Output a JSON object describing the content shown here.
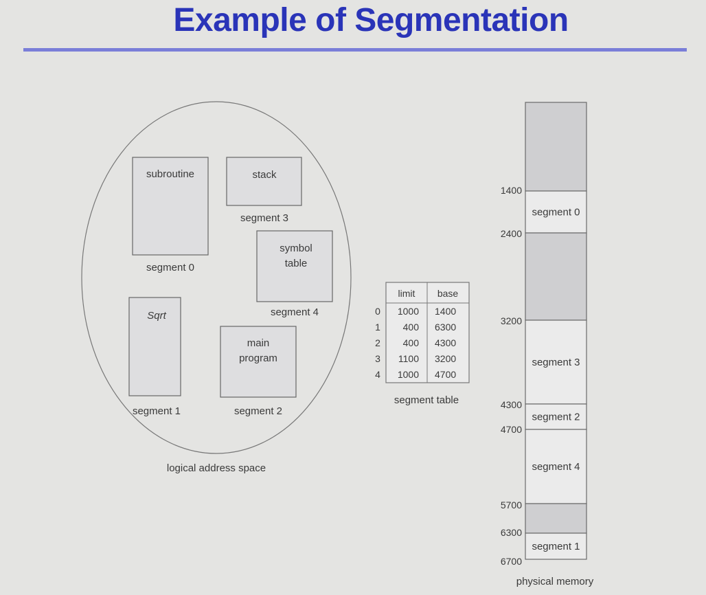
{
  "title": "Example of Segmentation",
  "logical": {
    "caption": "logical address space",
    "segments": [
      {
        "content": "subroutine",
        "label": "segment 0"
      },
      {
        "content": "stack",
        "label": "segment 3"
      },
      {
        "content": "symbol table",
        "label": "segment 4"
      },
      {
        "content": "Sqrt",
        "label": "segment 1"
      },
      {
        "content": "main program",
        "label": "segment 2"
      }
    ]
  },
  "segment_table": {
    "caption": "segment table",
    "headers": [
      "limit",
      "base"
    ],
    "rows": [
      {
        "index": "0",
        "limit": "1000",
        "base": "1400"
      },
      {
        "index": "1",
        "limit": "400",
        "base": "6300"
      },
      {
        "index": "2",
        "limit": "400",
        "base": "4300"
      },
      {
        "index": "3",
        "limit": "1100",
        "base": "3200"
      },
      {
        "index": "4",
        "limit": "1000",
        "base": "4700"
      }
    ]
  },
  "physical": {
    "caption": "physical memory",
    "addresses": [
      "1400",
      "2400",
      "3200",
      "4300",
      "4700",
      "5700",
      "6300",
      "6700"
    ],
    "blocks": [
      {
        "label": "",
        "used": false
      },
      {
        "label": "segment 0",
        "used": true
      },
      {
        "label": "",
        "used": false
      },
      {
        "label": "segment 3",
        "used": true
      },
      {
        "label": "segment 2",
        "used": true
      },
      {
        "label": "segment 4",
        "used": true
      },
      {
        "label": "",
        "used": false
      },
      {
        "label": "segment 1",
        "used": true
      }
    ]
  },
  "colors": {
    "title": "#2a34b8",
    "rule": "#7a7ed8",
    "background": "#e4e4e2",
    "free_block": "#cfcfd1",
    "used_block": "#ebebeb",
    "segment_box": "#dedee0"
  }
}
